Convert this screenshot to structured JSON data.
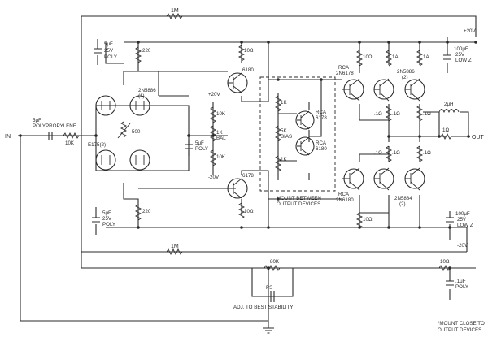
{
  "labels": {
    "r_1m_top": "1M",
    "r_1m_bottom": "1M",
    "cap_top_1": "5μF",
    "cap_top_2": "25V",
    "cap_top_3": "POLY",
    "r_220_top": "220",
    "r_220_bottom": "220",
    "r_10_top": "10Ω",
    "r_10_bottom": "10Ω",
    "q_2n5886_1": "2N5886",
    "q_2n5886_1b": "(1)",
    "q_e175": "E175(2)",
    "pot_500": "500",
    "in_cap_1": "5μF",
    "in_cap_2": "POLYPROPYLENE",
    "in_label": "IN",
    "r_10k_in": "10K",
    "plus20_top": "+20V",
    "r_10k_a": "10K",
    "r_1k_bal": "1K",
    "bal": "BAL",
    "r_10k_b": "10K",
    "minus20_mid": "-20V",
    "cap_mid_1": "5μF",
    "cap_mid_2": "POLY",
    "q_6180": "6180",
    "q_6178": "6178",
    "r_1k_a": "1K",
    "r_5k": "5K",
    "bias": "BIAS",
    "r_1k_b": "1K",
    "rca_6178_1": "RCA",
    "rca_6178_2": "6178",
    "rca_6180_1": "RCA",
    "rca_6180_2": "6180",
    "mount_1": "MOUNT BETWEEN",
    "mount_2": "OUTPUT DEVICES",
    "rca_2n6178_1": "RCA",
    "rca_2n6178_2": "2N6178",
    "rca_2n6180_1": "RCA",
    "rca_2n6180_2": "2N6180",
    "r_10_q1": "10Ω",
    "r_10_q2": "10Ω",
    "r_1a_a": "1A",
    "r_1a_b": "1A",
    "q_2n5886_2": "2N5886",
    "q_2n5886_2b": "(2)",
    "q_2n5884_1": "2N5884",
    "q_2n5884_2": "(2)",
    "r_1_a": ".1Ω",
    "r_1_b": ".1Ω",
    "r_1_c": ".1Ω",
    "r_1_d": ".1Ω",
    "r_1_e": ".1Ω",
    "r_1_f": ".1Ω",
    "l_2uh": "2μH",
    "r_1_out": "1Ω",
    "out": "OUT",
    "plus20_right": "+20V",
    "c100_top_1": "100μF",
    "c100_top_2": "25V",
    "c100_top_3": "LOW Z",
    "c100_bot_1": "100μF",
    "c100_bot_2": "25V",
    "c100_bot_3": "LOW Z",
    "minus20_right": "-20V",
    "cap_bot_1": "5μF",
    "cap_bot_2": "25V",
    "cap_bot_3": "POLY",
    "r_80k": "80K",
    "r_10_fb": "10Ω",
    "c_1uf_1": ".1μF",
    "c_1uf_2": "POLY",
    "ps": "PS",
    "adj": "ADJ. TO BEST STABILITY",
    "note_1": "*MOUNT CLOSE TO",
    "note_2": "OUTPUT DEVICES"
  }
}
